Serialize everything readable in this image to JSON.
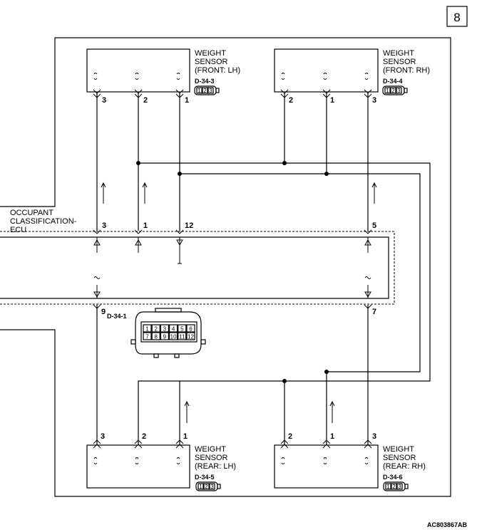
{
  "page_number": "8",
  "figure_code": "AC803867AB",
  "ecu": {
    "label_line1": "OCCUPANT",
    "label_line2": "CLASSIFICATION-",
    "label_line3": "ECU",
    "connector": "D-34-1",
    "pins_top": [
      "3",
      "1",
      "12",
      "5"
    ],
    "pins_bottom": [
      "9",
      "7"
    ],
    "connector_row1": [
      "1",
      "2",
      "3",
      "4",
      "5",
      "6"
    ],
    "connector_row2": [
      "7",
      "8",
      "9",
      "10",
      "11",
      "12"
    ]
  },
  "sensors": {
    "front_lh": {
      "line1": "WEIGHT",
      "line2": "SENSOR",
      "line3": "(FRONT: LH)",
      "connector": "D-34-3",
      "pins": [
        "3",
        "2",
        "1"
      ]
    },
    "front_rh": {
      "line1": "WEIGHT",
      "line2": "SENSOR",
      "line3": "(FRONT: RH)",
      "connector": "D-34-4",
      "pins": [
        "2",
        "1",
        "3"
      ]
    },
    "rear_lh": {
      "line1": "WEIGHT",
      "line2": "SENSOR",
      "line3": "(REAR: LH)",
      "connector": "D-34-5",
      "pins": [
        "3",
        "2",
        "1"
      ]
    },
    "rear_rh": {
      "line1": "WEIGHT",
      "line2": "SENSOR",
      "line3": "(REAR: RH)",
      "connector": "D-34-6",
      "pins": [
        "2",
        "1",
        "3"
      ]
    }
  },
  "mini_connector_pins": [
    "1",
    "2",
    "3"
  ]
}
